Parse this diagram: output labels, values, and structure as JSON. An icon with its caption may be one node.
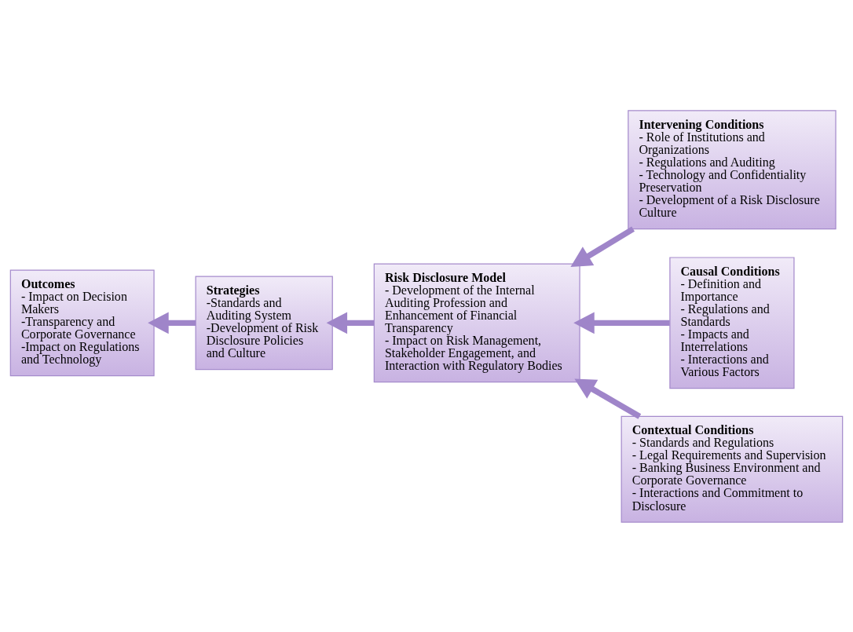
{
  "diagram": {
    "nodes": [
      {
        "text": [
          "Outcomes",
          "- Impact on Decision Makers",
          "-Transparency and Corporate Governance",
          "-Impact on Regulations and Technology"
        ]
      },
      {
        "text": [
          "Strategies",
          "-Standards and Auditing System",
          "-Development of Risk Disclosure Policies and Culture"
        ]
      },
      {
        "text": [
          "Intervening Conditions",
          "- Role of Institutions and Organizations",
          "- Regulations and Auditing",
          "- Technology and Confidentiality Preservation",
          "- Development of a Risk Disclosure Culture"
        ]
      },
      {
        "text": [
          "Causal Conditions",
          "- Definition and Importance",
          "- Regulations and Standards",
          "- Impacts and Interrelations",
          "- Interactions and Various Factors"
        ]
      },
      {
        "text": [
          "Risk Disclosure Model",
          "- Development of the Internal Auditing Profession and Enhancement of Financial Transparency",
          "- Impact on Risk Management, Stakeholder Engagement, and Interaction with Regulatory Bodies"
        ]
      },
      {
        "text": [
          "Contextual Conditions",
          "- Standards and Regulations",
          "- Legal Requirements and Supervision",
          "- Banking Business Environment and Corporate Governance",
          "- Interactions and Commitment to Disclosure"
        ]
      }
    ],
    "edges": [
      {
        "from": 3,
        "to": 4,
        "arrow": "to"
      },
      {
        "from": 2,
        "to": 4,
        "arrow": "to"
      },
      {
        "from": 5,
        "to": 4,
        "arrow": "to"
      },
      {
        "from": 4,
        "to": 1,
        "arrow": "to"
      },
      {
        "from": 1,
        "to": 0,
        "arrow": "to"
      }
    ]
  }
}
